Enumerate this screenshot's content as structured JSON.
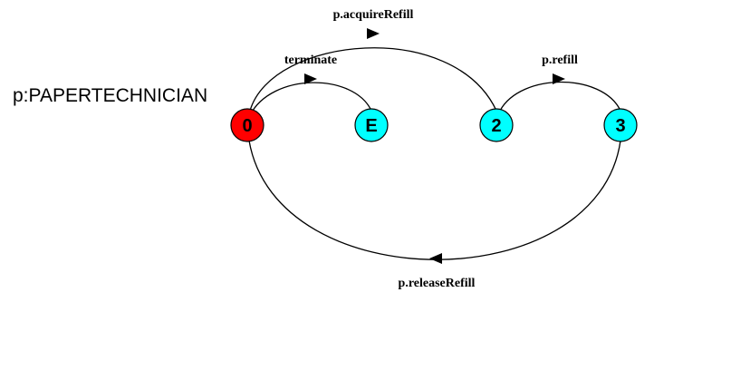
{
  "diagram": {
    "process_name": "p:PAPERTECHNICIAN",
    "colors": {
      "initial_state": "#ff0000",
      "state": "#00ffff",
      "stroke": "#000000"
    },
    "states": [
      {
        "id": "s0",
        "label": "0",
        "initial": true
      },
      {
        "id": "sE",
        "label": "E",
        "initial": false
      },
      {
        "id": "s2",
        "label": "2",
        "initial": false
      },
      {
        "id": "s3",
        "label": "3",
        "initial": false
      }
    ],
    "transitions": [
      {
        "from": "0",
        "to": "2",
        "label": "p.acquireRefill"
      },
      {
        "from": "0",
        "to": "E",
        "label": "terminate"
      },
      {
        "from": "2",
        "to": "3",
        "label": "p.refill"
      },
      {
        "from": "3",
        "to": "0",
        "label": "p.releaseRefill"
      }
    ]
  }
}
